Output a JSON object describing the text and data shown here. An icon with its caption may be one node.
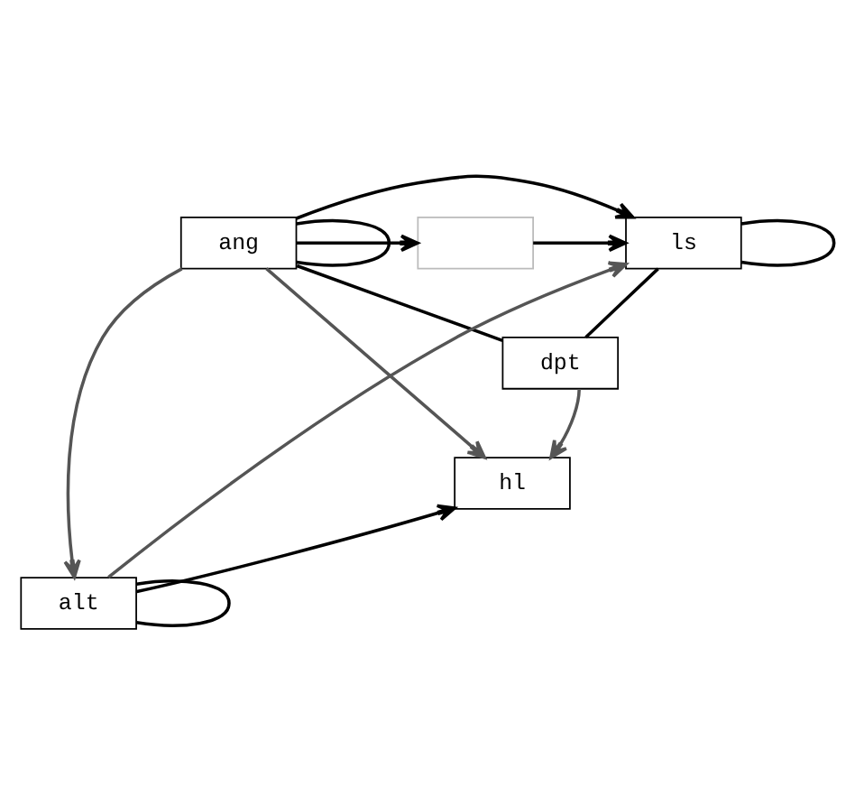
{
  "diagram": {
    "nodes": [
      {
        "text": [],
        "shape": "box"
      },
      {
        "text": [
          "ang"
        ]
      },
      {
        "text": [
          "ls"
        ]
      },
      {
        "text": [
          "dpt"
        ]
      },
      {
        "text": [
          "hl"
        ]
      },
      {
        "text": [
          "alt"
        ]
      }
    ],
    "edges": [
      {
        "from": 1,
        "to": 1,
        "arrow": "none"
      },
      {
        "from": 1,
        "to": 0,
        "arrow": "to"
      },
      {
        "from": 0,
        "to": 2,
        "arrow": "to"
      },
      {
        "from": 1,
        "to": 2,
        "arrow": "to"
      },
      {
        "from": 2,
        "to": 2,
        "arrow": "none"
      },
      {
        "from": 1,
        "to": 3,
        "arrow": "none"
      },
      {
        "from": 3,
        "to": 2,
        "arrow": "none"
      },
      {
        "from": 1,
        "to": 4,
        "arrow": "to",
        "color": "#555555"
      },
      {
        "from": 1,
        "to": 5,
        "arrow": "to",
        "color": "#555555"
      },
      {
        "from": 3,
        "to": 4,
        "arrow": "to",
        "color": "#555555"
      },
      {
        "from": 5,
        "to": 4,
        "arrow": "to"
      },
      {
        "from": 5,
        "to": 2,
        "arrow": "to",
        "color": "#555555"
      },
      {
        "from": 5,
        "to": 5,
        "arrow": "none"
      }
    ]
  }
}
